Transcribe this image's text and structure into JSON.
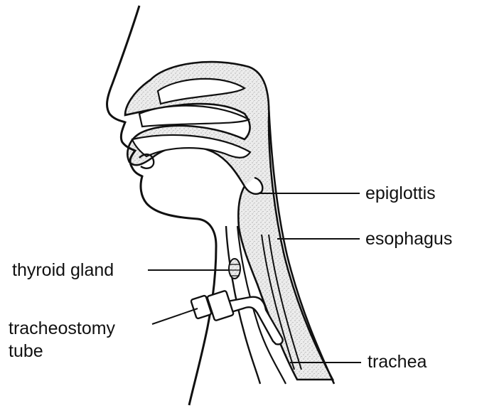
{
  "diagram": {
    "labels": {
      "epiglottis": "epiglottis",
      "esophagus": "esophagus",
      "thyroid_gland": "thyroid gland",
      "tracheostomy_tube_line1": "tracheostomy",
      "tracheostomy_tube_line2": "tube",
      "trachea": "trachea"
    },
    "colors": {
      "outline": "#111111",
      "stipple_fill": "#e4e4e4",
      "background": "#ffffff"
    }
  }
}
